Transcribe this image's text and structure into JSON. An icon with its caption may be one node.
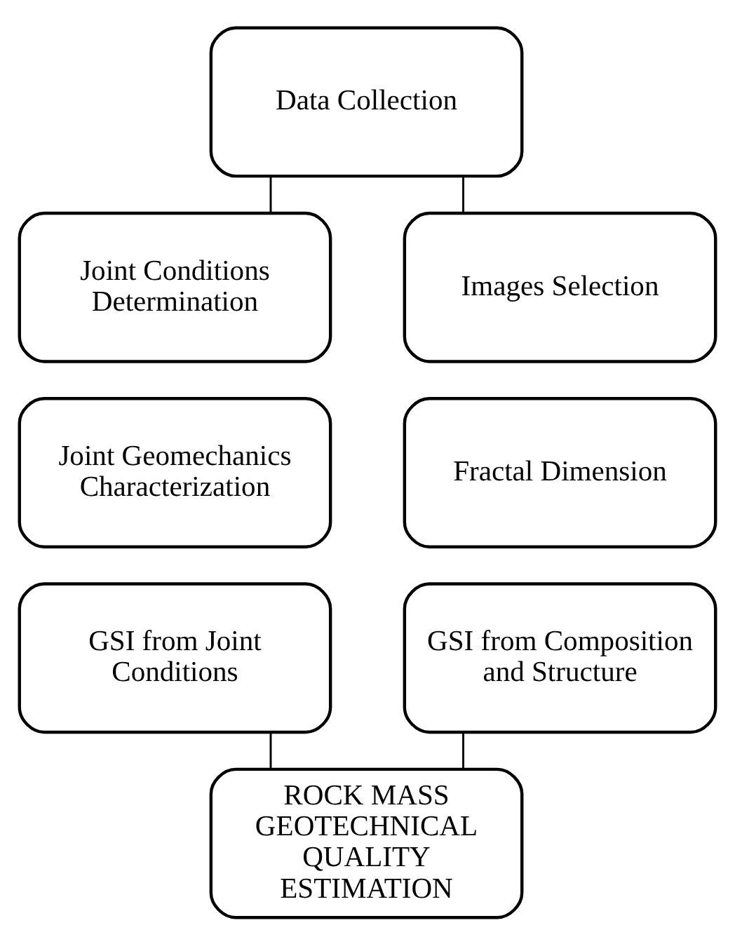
{
  "diagram": {
    "nodes": [
      {
        "text": [
          "Data Collection"
        ]
      },
      {
        "text": [
          "Joint Conditions Determination"
        ]
      },
      {
        "text": [
          "Images Selection"
        ]
      },
      {
        "text": [
          "Joint Geomechanics Characterization"
        ]
      },
      {
        "text": [
          "Fractal Dimension"
        ]
      },
      {
        "text": [
          "GSI from Joint Conditions"
        ]
      },
      {
        "text": [
          "GSI from Composition and Structure"
        ]
      },
      {
        "text": [
          "ROCK MASS GEOTECHNICAL QUALITY ESTIMATION"
        ]
      }
    ],
    "edges": [
      {
        "from": 0,
        "to": 1,
        "arrow": "none"
      },
      {
        "from": 0,
        "to": 2,
        "arrow": "none"
      },
      {
        "from": 5,
        "to": 7,
        "arrow": "none"
      },
      {
        "from": 6,
        "to": 7,
        "arrow": "none"
      }
    ]
  }
}
